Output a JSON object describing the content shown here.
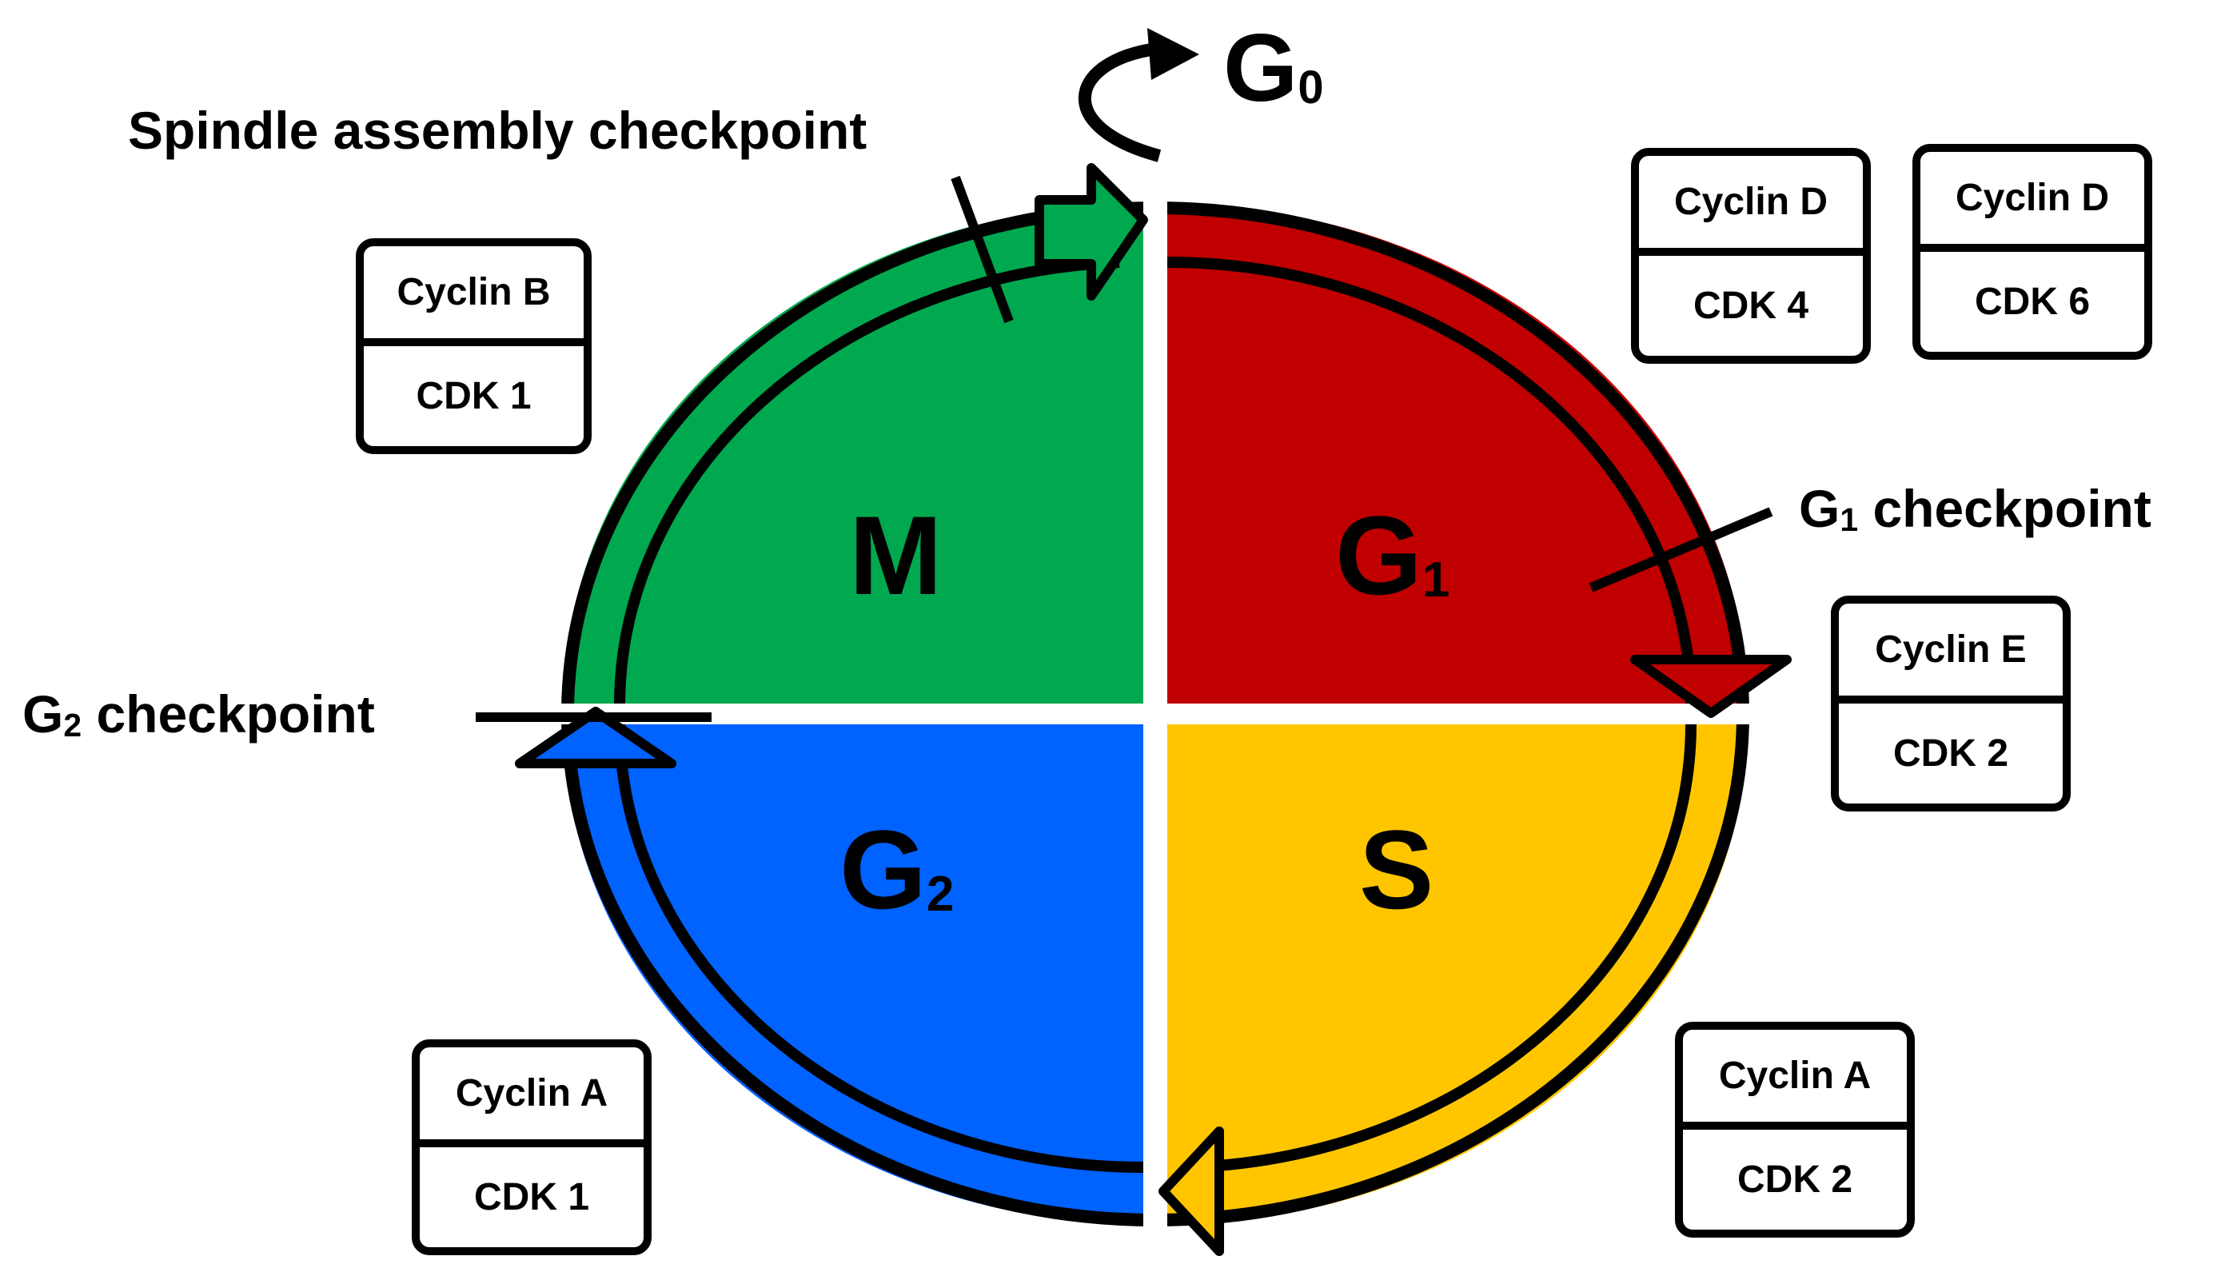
{
  "colors": {
    "m_phase": "#00A94F",
    "g1_phase": "#C00000",
    "s_phase": "#FFC600",
    "g2_phase": "#0062FF",
    "outline": "#000000",
    "background": "#FFFFFF"
  },
  "phases": {
    "m": {
      "label": "M",
      "sub": ""
    },
    "g1": {
      "label": "G",
      "sub": "1"
    },
    "s": {
      "label": "S",
      "sub": ""
    },
    "g2": {
      "label": "G",
      "sub": "2"
    },
    "g0": {
      "label": "G",
      "sub": "0"
    }
  },
  "checkpoints": {
    "spindle": "Spindle assembly checkpoint",
    "g1": {
      "prefix": "G",
      "sub": "1",
      "suffix": " checkpoint"
    },
    "g2": {
      "prefix": "G",
      "sub": "2",
      "suffix": " checkpoint"
    }
  },
  "complexes": {
    "cyclin_b_cdk1": {
      "cyclin": "Cyclin B",
      "cdk": "CDK 1"
    },
    "cyclin_d_cdk4": {
      "cyclin": "Cyclin D",
      "cdk": "CDK 4"
    },
    "cyclin_d_cdk6": {
      "cyclin": "Cyclin D",
      "cdk": "CDK 6"
    },
    "cyclin_e_cdk2": {
      "cyclin": "Cyclin E",
      "cdk": "CDK 2"
    },
    "cyclin_a_cdk2": {
      "cyclin": "Cyclin A",
      "cdk": "CDK 2"
    },
    "cyclin_a_cdk1": {
      "cyclin": "Cyclin A",
      "cdk": "CDK 1"
    }
  }
}
